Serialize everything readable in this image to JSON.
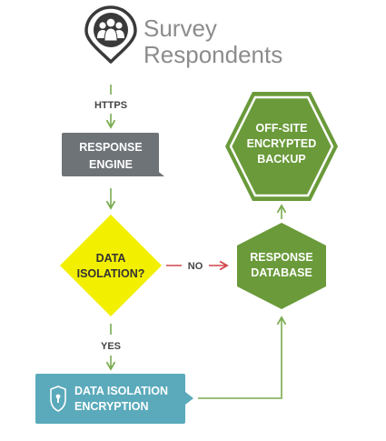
{
  "title": {
    "line1": "Survey",
    "line2": "Respondents",
    "icon": "map-pin-people-icon"
  },
  "edges": {
    "https": "HTTPS",
    "no": "NO",
    "yes": "YES"
  },
  "nodes": {
    "engine": {
      "line1": "RESPONSE",
      "line2": "ENGINE"
    },
    "decision": {
      "line1": "DATA",
      "line2": "ISOLATION?"
    },
    "database": {
      "line1": "RESPONSE",
      "line2": "DATABASE"
    },
    "backup": {
      "line1": "OFF-SITE",
      "line2": "ENCRYPTED",
      "line3": "BACKUP"
    },
    "encryption": {
      "line1": "DATA ISOLATION",
      "line2": "ENCRYPTION",
      "icon": "lock-icon"
    }
  },
  "colors": {
    "green": "#6a9a3a",
    "green_arrow": "#7aac4f",
    "gray_node": "#6e7378",
    "yellow": "#f2ef00",
    "blue": "#5aaabb",
    "red_arrow": "#d0454a",
    "dark_icon": "#3a3a3a",
    "title_gray": "#8c8c8c"
  }
}
